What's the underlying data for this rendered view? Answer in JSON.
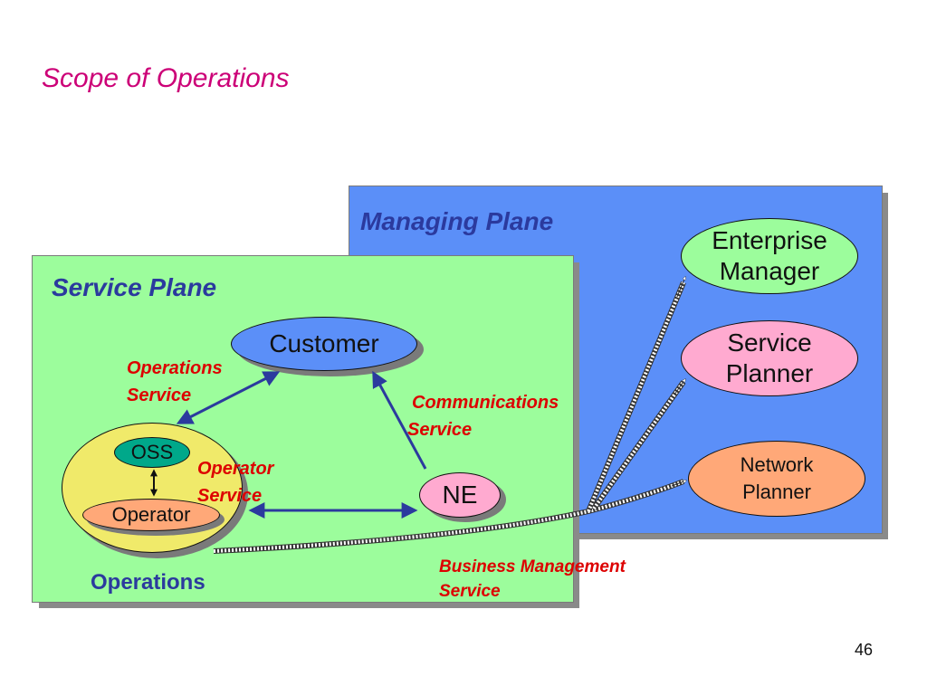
{
  "title": "Scope of Operations",
  "managing_plane": {
    "label": "Managing Plane",
    "enterprise_manager": "Enterprise Manager",
    "service_planner": "Service Planner",
    "network_planner": "Network Planner"
  },
  "service_plane": {
    "label": "Service Plane",
    "customer": "Customer",
    "ne": "NE",
    "oss": "OSS",
    "operator": "Operator",
    "operations": "Operations"
  },
  "services": {
    "operations_service": [
      "Operations",
      "Service"
    ],
    "communications_service": [
      "Communications",
      "Service"
    ],
    "operator_service": [
      "Operator",
      "Service"
    ],
    "business_management_service": [
      "Business Management",
      "Service"
    ]
  },
  "page_number": "46",
  "colors": {
    "title": "#cc0077",
    "managing_plane": "#5b8ff8",
    "service_plane": "#9cfd9c",
    "plane_label": "#2b3a9e",
    "service_label": "#dd0000",
    "enterprise_manager": "#9cfd9c",
    "service_planner": "#ffaad0",
    "network_planner": "#ffa878",
    "customer": "#5b8ff8",
    "ne": "#ffaad0",
    "operations_cluster": "#f0ea6a",
    "oss": "#00a88a",
    "operator": "#ffa878",
    "arrow": "#2b3a9e"
  }
}
